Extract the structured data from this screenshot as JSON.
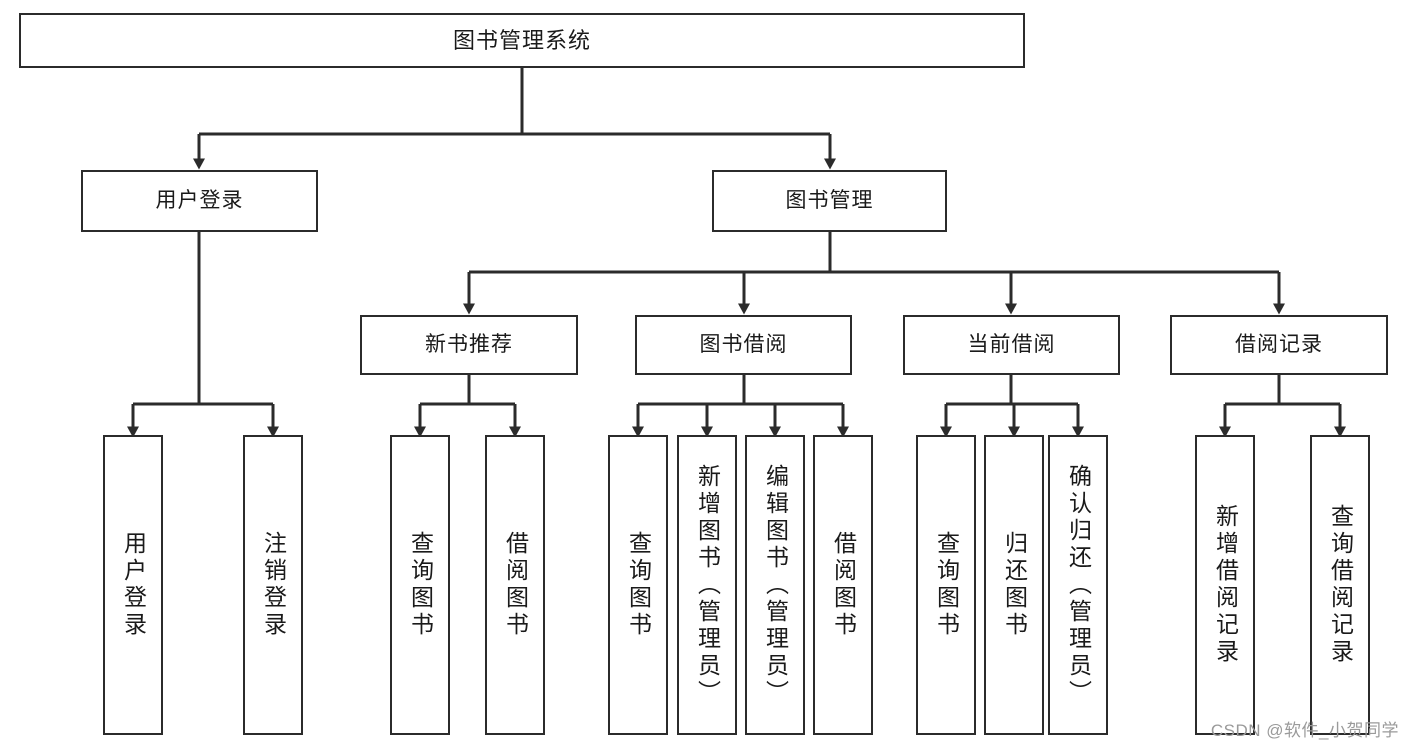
{
  "diagram": {
    "title": "图书管理系统",
    "type": "hierarchy-tree",
    "root": {
      "label": "图书管理系统"
    },
    "level2": [
      {
        "label": "用户登录"
      },
      {
        "label": "图书管理"
      }
    ],
    "level3": [
      {
        "label": "新书推荐"
      },
      {
        "label": "图书借阅"
      },
      {
        "label": "当前借阅"
      },
      {
        "label": "借阅记录"
      }
    ],
    "leaves": {
      "user_login": [
        {
          "label": "用户登录"
        },
        {
          "label": "注销登录"
        }
      ],
      "new_book_recommend": [
        {
          "label": "查询图书"
        },
        {
          "label": "借阅图书"
        }
      ],
      "book_borrow": [
        {
          "label": "查询图书"
        },
        {
          "label": "新增图书（管理员）"
        },
        {
          "label": "编辑图书（管理员）"
        },
        {
          "label": "借阅图书"
        }
      ],
      "current_borrow": [
        {
          "label": "查询图书"
        },
        {
          "label": "归还图书"
        },
        {
          "label": "确认归还（管理员）"
        }
      ],
      "borrow_record": [
        {
          "label": "新增借阅记录"
        },
        {
          "label": "查询借阅记录"
        }
      ]
    },
    "colors": {
      "box_border": "#2b2b2b",
      "box_fill": "#ffffff",
      "connector": "#2b2b2b",
      "text": "#1a1a1a",
      "watermark": "#9a9a9a"
    }
  },
  "watermark": {
    "text": "CSDN @软件_小贺同学"
  }
}
